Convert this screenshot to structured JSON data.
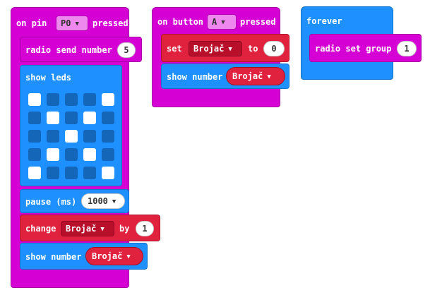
{
  "block1": {
    "hat_on": "on pin",
    "pin_value": "P0",
    "hat_pressed": "pressed",
    "radio_send_label": "radio send number",
    "radio_send_value": "5",
    "show_leds_label": "show leds",
    "leds": [
      [
        1,
        0,
        0,
        0,
        1
      ],
      [
        0,
        1,
        0,
        1,
        0
      ],
      [
        0,
        0,
        1,
        0,
        0
      ],
      [
        0,
        1,
        0,
        1,
        0
      ],
      [
        1,
        0,
        0,
        0,
        1
      ]
    ],
    "pause_label": "pause (ms)",
    "pause_value": "1000",
    "change_label": "change",
    "change_var": "Brojač",
    "change_by": "by",
    "change_value": "1",
    "show_number_label": "show number",
    "show_number_var": "Brojač"
  },
  "block2": {
    "hat_on": "on button",
    "button_value": "A",
    "hat_pressed": "pressed",
    "set_label": "set",
    "set_var": "Brojač",
    "set_to": "to",
    "set_value": "0",
    "show_number_label": "show number",
    "show_number_var": "Brojač"
  },
  "block3": {
    "hat_label": "forever",
    "radio_group_label": "radio set group",
    "radio_group_value": "1"
  },
  "colors": {
    "magenta": "#d400d4",
    "red": "#e0223e",
    "blue": "#1e90ff",
    "led_on": "#ffffff",
    "led_off": "#1466b8"
  },
  "icons": {
    "dropdown": "chevron-down-icon"
  }
}
